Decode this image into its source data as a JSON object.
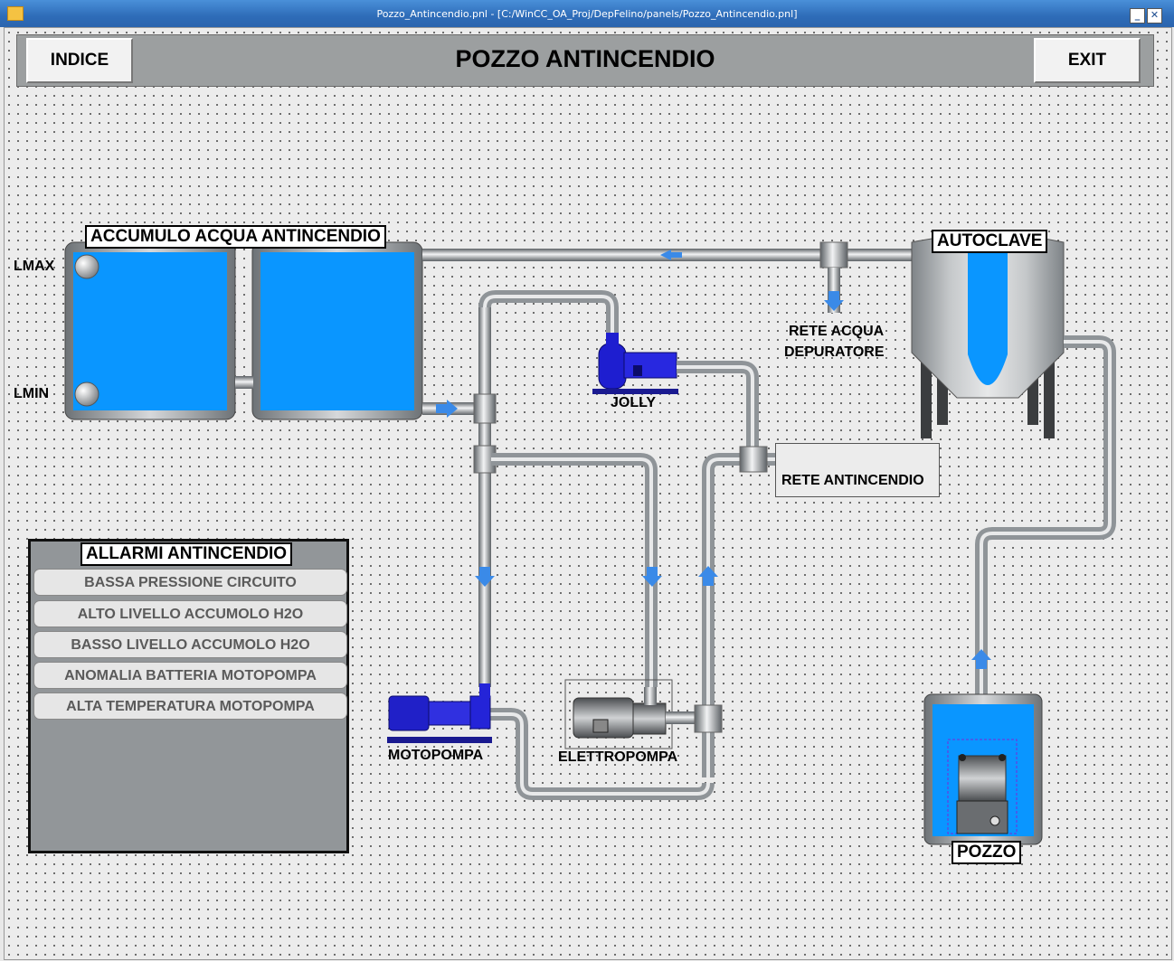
{
  "window": {
    "title": "Pozzo_Antincendio.pnl - [C:/WinCC_OA_Proj/DepFelino/panels/Pozzo_Antincendio.pnl]",
    "minimize_label": "_",
    "close_label": "✕"
  },
  "header": {
    "left_button": "INDICE",
    "title": "POZZO ANTINCENDIO",
    "right_button": "EXIT"
  },
  "labels": {
    "accumulo": "ACCUMULO ACQUA ANTINCENDIO",
    "lmax": "LMAX",
    "lmin": "LMIN",
    "autoclave": "AUTOCLAVE",
    "rete_acqua_1": "RETE ACQUA",
    "rete_acqua_2": "DEPURATORE",
    "jolly": "JOLLY",
    "rete_antincendio": "RETE ANTINCENDIO",
    "motopompa": "MOTOPOMPA",
    "elettropompa": "ELETTROPOMPA",
    "pozzo": "POZZO"
  },
  "alarms": {
    "title": "ALLARMI ANTINCENDIO",
    "items": [
      "BASSA PRESSIONE CIRCUITO",
      "ALTO LIVELLO ACCUMOLO H2O",
      "BASSO LIVELLO ACCUMOLO H2O",
      "ANOMALIA BATTERIA MOTOPOMPA",
      "ALTA TEMPERATURA MOTOPOMPA"
    ]
  },
  "colors": {
    "water": "#0a96ff",
    "pipe": "#8f9498",
    "pump_blue": "#1e1ed0",
    "flow_arrow": "#3a8ae8",
    "header_bg": "#9c9fa0",
    "alarm_panel_bg": "#929699"
  },
  "icons": {
    "flow_arrow": "arrow-icon",
    "level_sensor": "sensor-ball-icon",
    "pump": "pump-icon",
    "motor": "motor-icon"
  }
}
